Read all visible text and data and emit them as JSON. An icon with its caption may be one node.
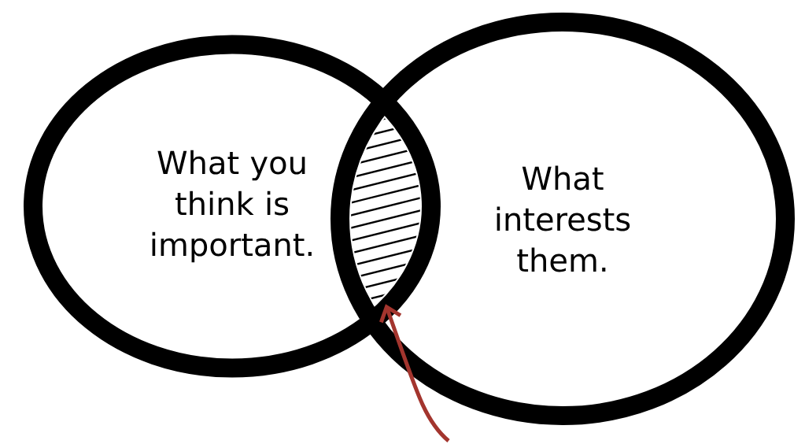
{
  "diagram": {
    "nodes": [
      {
        "text": [
          "What you think is important."
        ]
      },
      {
        "text": [
          "What interests them."
        ]
      },
      {
        "text": [],
        "shape": "lens"
      }
    ],
    "edges": [
      {
        "from": null,
        "to": 2,
        "arrow": "to",
        "color": "#a3352e"
      }
    ]
  }
}
